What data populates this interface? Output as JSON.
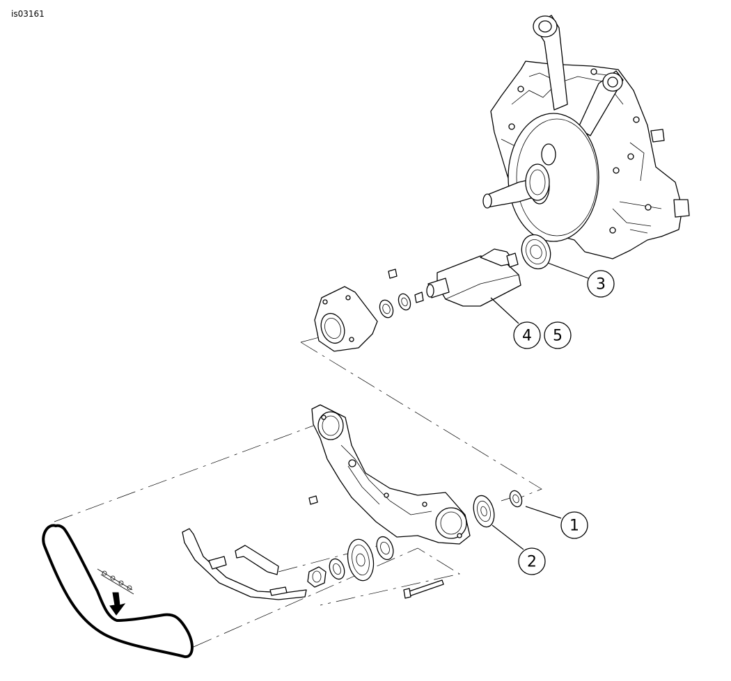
{
  "figure_id": "is03161",
  "callouts": [
    {
      "id": "1",
      "label": "1"
    },
    {
      "id": "2",
      "label": "2"
    },
    {
      "id": "3",
      "label": "3"
    },
    {
      "id": "4",
      "label": "4"
    },
    {
      "id": "5",
      "label": "5"
    }
  ],
  "icons": [
    "crankcase-assembly-icon",
    "balancer-shaft-icon",
    "bearing-icon",
    "chain-guide-plate-icon",
    "timing-chain-icon",
    "sprocket-icon",
    "direction-arrow-icon"
  ]
}
